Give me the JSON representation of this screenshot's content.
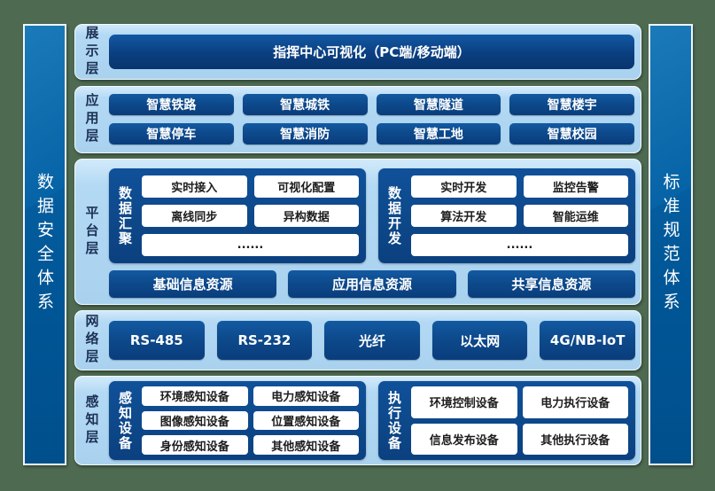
{
  "diagram": {
    "pillars": {
      "left": "数据安全体系",
      "right": "标准规范体系"
    },
    "layers": {
      "display": {
        "label": "展示层",
        "bar": "指挥中心可视化（PC端/移动端）"
      },
      "application": {
        "label": "应用层",
        "chips": [
          "智慧铁路",
          "智慧城铁",
          "智慧隧道",
          "智慧楼宇",
          "智慧停车",
          "智慧消防",
          "智慧工地",
          "智慧校园"
        ]
      },
      "platform": {
        "label": "平台层",
        "group1": {
          "label": "数据汇聚",
          "chips": [
            "实时接入",
            "可视化配置",
            "离线同步",
            "异构数据"
          ],
          "more": "......"
        },
        "group2": {
          "label": "数据开发",
          "chips": [
            "实时开发",
            "监控告警",
            "算法开发",
            "智能运维"
          ],
          "more": "......"
        },
        "resources": [
          "基础信息资源",
          "应用信息资源",
          "共享信息资源"
        ]
      },
      "network": {
        "label": "网络层",
        "chips": [
          "RS-485",
          "RS-232",
          "光纤",
          "以太网",
          "4G/NB-IoT"
        ]
      },
      "perception": {
        "label": "感知层",
        "group1": {
          "label": "感知设备",
          "chips": [
            "环境感知设备",
            "电力感知设备",
            "图像感知设备",
            "位置感知设备",
            "身份感知设备",
            "其他感知设备"
          ]
        },
        "group2": {
          "label": "执行设备",
          "chips": [
            "环境控制设备",
            "电力执行设备",
            "信息发布设备",
            "其他执行设备"
          ]
        }
      }
    },
    "colors": {
      "background_green": "#4e6b52",
      "panel_light_blue": "#a9d2ef",
      "deep_blue": "#0d4a8c",
      "pillar_blue": "#005696",
      "white_chip": "#ffffff"
    }
  }
}
